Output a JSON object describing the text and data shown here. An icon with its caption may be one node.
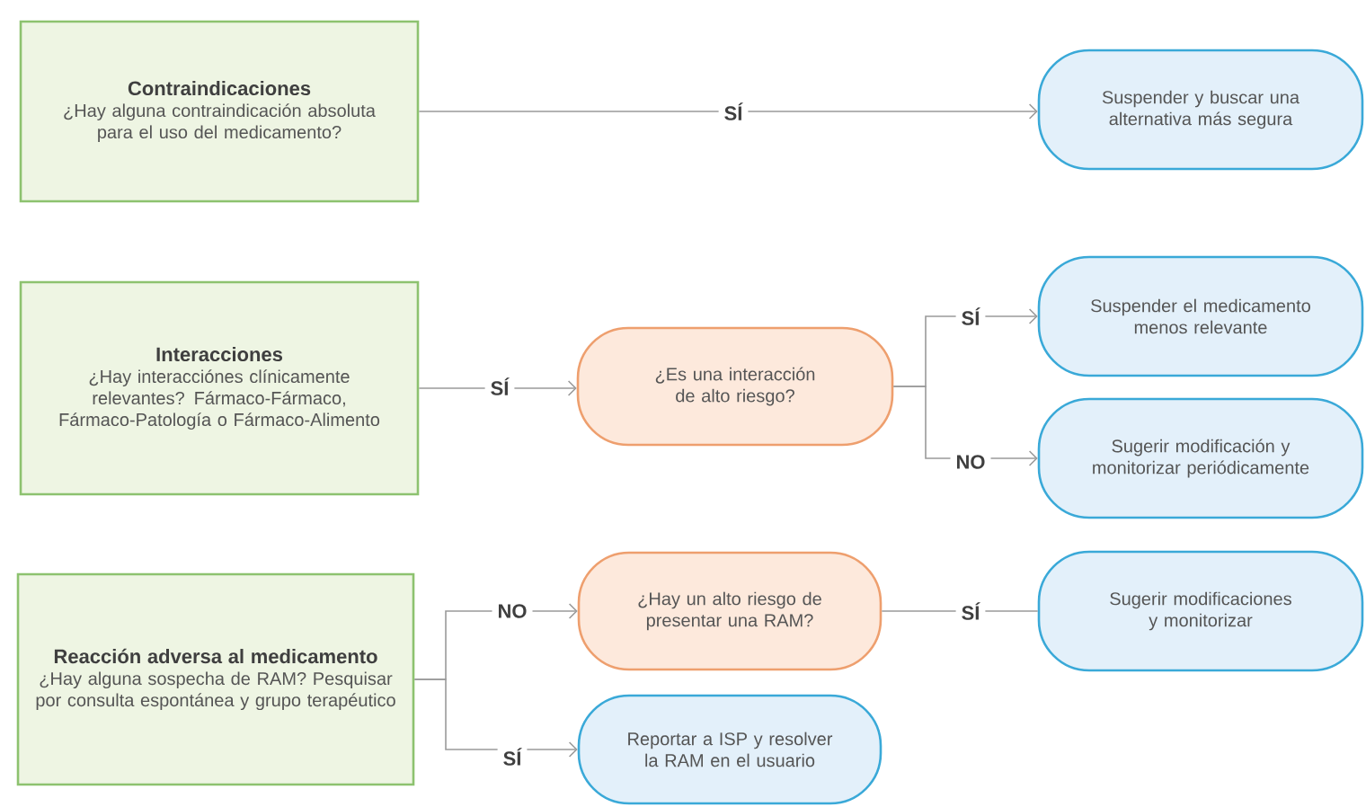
{
  "diagram": {
    "nodes": [
      {
        "text": [
          "Contraindicaciones",
          "¿Hay alguna contraindicación absoluta para el uso del medicamento?"
        ]
      },
      {
        "text": [
          "Suspender y buscar una alternativa más segura"
        ]
      },
      {
        "text": [
          "Interacciones",
          "¿Hay interacciónes clínicamente relevantes? Fármaco-Fármaco, Fármaco-Patología o Fármaco-Alimento"
        ]
      },
      {
        "text": [
          "¿Es una interacción de alto riesgo?"
        ]
      },
      {
        "text": [
          "Suspender el medicamento menos relevante"
        ]
      },
      {
        "text": [
          "Sugerir modificación y monitorizar periódicamente"
        ]
      },
      {
        "text": [
          "Reacción adversa al medicamento",
          "¿Hay alguna sospecha de RAM? Pesquisar por consulta espontánea y grupo terapéutico"
        ]
      },
      {
        "text": [
          "¿Hay un alto riesgo de presentar una RAM?"
        ]
      },
      {
        "text": [
          "Sugerir modificaciones y monitorizar"
        ]
      },
      {
        "text": [
          "Reportar a ISP y resolver la RAM en el usuario"
        ]
      }
    ],
    "edges": [
      {
        "from": 0,
        "to": 1,
        "label": "SÍ",
        "arrow": "to"
      },
      {
        "from": 2,
        "to": 3,
        "label": "SÍ",
        "arrow": "to"
      },
      {
        "from": 3,
        "to": 4,
        "label": "SÍ",
        "arrow": "to"
      },
      {
        "from": 3,
        "to": 5,
        "label": "NO",
        "arrow": "to"
      },
      {
        "from": 6,
        "to": 7,
        "label": "NO",
        "arrow": "to"
      },
      {
        "from": 6,
        "to": 9,
        "label": "SÍ",
        "arrow": "to"
      },
      {
        "from": 7,
        "to": 8,
        "label": "SÍ",
        "arrow": "none"
      }
    ]
  }
}
